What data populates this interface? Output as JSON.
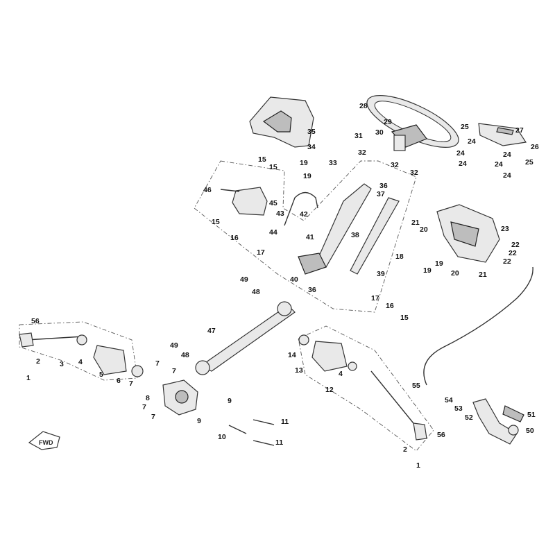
{
  "callouts": [
    {
      "id": "c1",
      "text": "1"
    },
    {
      "id": "c2",
      "text": "2"
    },
    {
      "id": "c3",
      "text": "3"
    },
    {
      "id": "c4",
      "text": "4"
    },
    {
      "id": "c5",
      "text": "5"
    },
    {
      "id": "c6",
      "text": "6"
    },
    {
      "id": "c7a",
      "text": "7"
    },
    {
      "id": "c7b",
      "text": "7"
    },
    {
      "id": "c7c",
      "text": "7"
    },
    {
      "id": "c7d",
      "text": "7"
    },
    {
      "id": "c7e",
      "text": "7"
    },
    {
      "id": "c8",
      "text": "8"
    },
    {
      "id": "c9a",
      "text": "9"
    },
    {
      "id": "c9b",
      "text": "9"
    },
    {
      "id": "c10",
      "text": "10"
    },
    {
      "id": "c11a",
      "text": "11"
    },
    {
      "id": "c11b",
      "text": "11"
    },
    {
      "id": "c12",
      "text": "12"
    },
    {
      "id": "c13",
      "text": "13"
    },
    {
      "id": "c14",
      "text": "14"
    },
    {
      "id": "c4b",
      "text": "4"
    },
    {
      "id": "c15a",
      "text": "15"
    },
    {
      "id": "c15b",
      "text": "15"
    },
    {
      "id": "c15c",
      "text": "15"
    },
    {
      "id": "c15d",
      "text": "15"
    },
    {
      "id": "c16a",
      "text": "16"
    },
    {
      "id": "c16b",
      "text": "16"
    },
    {
      "id": "c17a",
      "text": "17"
    },
    {
      "id": "c17b",
      "text": "17"
    },
    {
      "id": "c18",
      "text": "18"
    },
    {
      "id": "c19a",
      "text": "19"
    },
    {
      "id": "c19b",
      "text": "19"
    },
    {
      "id": "c19c",
      "text": "19"
    },
    {
      "id": "c19d",
      "text": "19"
    },
    {
      "id": "c20a",
      "text": "20"
    },
    {
      "id": "c20b",
      "text": "20"
    },
    {
      "id": "c21a",
      "text": "21"
    },
    {
      "id": "c21b",
      "text": "21"
    },
    {
      "id": "c22a",
      "text": "22"
    },
    {
      "id": "c22b",
      "text": "22"
    },
    {
      "id": "c22c",
      "text": "22"
    },
    {
      "id": "c23",
      "text": "23"
    },
    {
      "id": "c24a",
      "text": "24"
    },
    {
      "id": "c24b",
      "text": "24"
    },
    {
      "id": "c24c",
      "text": "24"
    },
    {
      "id": "c24d",
      "text": "24"
    },
    {
      "id": "c24e",
      "text": "24"
    },
    {
      "id": "c24f",
      "text": "24"
    },
    {
      "id": "c25a",
      "text": "25"
    },
    {
      "id": "c25b",
      "text": "25"
    },
    {
      "id": "c26",
      "text": "26"
    },
    {
      "id": "c27",
      "text": "27"
    },
    {
      "id": "c28",
      "text": "28"
    },
    {
      "id": "c29",
      "text": "29"
    },
    {
      "id": "c30",
      "text": "30"
    },
    {
      "id": "c31",
      "text": "31"
    },
    {
      "id": "c32a",
      "text": "32"
    },
    {
      "id": "c32b",
      "text": "32"
    },
    {
      "id": "c32c",
      "text": "32"
    },
    {
      "id": "c33",
      "text": "33"
    },
    {
      "id": "c34",
      "text": "34"
    },
    {
      "id": "c35",
      "text": "35"
    },
    {
      "id": "c36a",
      "text": "36"
    },
    {
      "id": "c36b",
      "text": "36"
    },
    {
      "id": "c37",
      "text": "37"
    },
    {
      "id": "c38",
      "text": "38"
    },
    {
      "id": "c39",
      "text": "39"
    },
    {
      "id": "c40",
      "text": "40"
    },
    {
      "id": "c41",
      "text": "41"
    },
    {
      "id": "c42",
      "text": "42"
    },
    {
      "id": "c43",
      "text": "43"
    },
    {
      "id": "c44",
      "text": "44"
    },
    {
      "id": "c45",
      "text": "45"
    },
    {
      "id": "c46",
      "text": "46"
    },
    {
      "id": "c47",
      "text": "47"
    },
    {
      "id": "c48a",
      "text": "48"
    },
    {
      "id": "c48b",
      "text": "48"
    },
    {
      "id": "c49a",
      "text": "49"
    },
    {
      "id": "c49b",
      "text": "49"
    },
    {
      "id": "c50",
      "text": "50"
    },
    {
      "id": "c51",
      "text": "51"
    },
    {
      "id": "c52",
      "text": "52"
    },
    {
      "id": "c53",
      "text": "53"
    },
    {
      "id": "c54",
      "text": "54"
    },
    {
      "id": "c55",
      "text": "55"
    },
    {
      "id": "c56a",
      "text": "56"
    },
    {
      "id": "c56b",
      "text": "56"
    },
    {
      "id": "c1b",
      "text": "1"
    },
    {
      "id": "c2b",
      "text": "2"
    }
  ],
  "fwd_label": "FWD",
  "colors": {
    "line": "#333333",
    "fill": "#e9e9e9",
    "background": "#ffffff"
  }
}
